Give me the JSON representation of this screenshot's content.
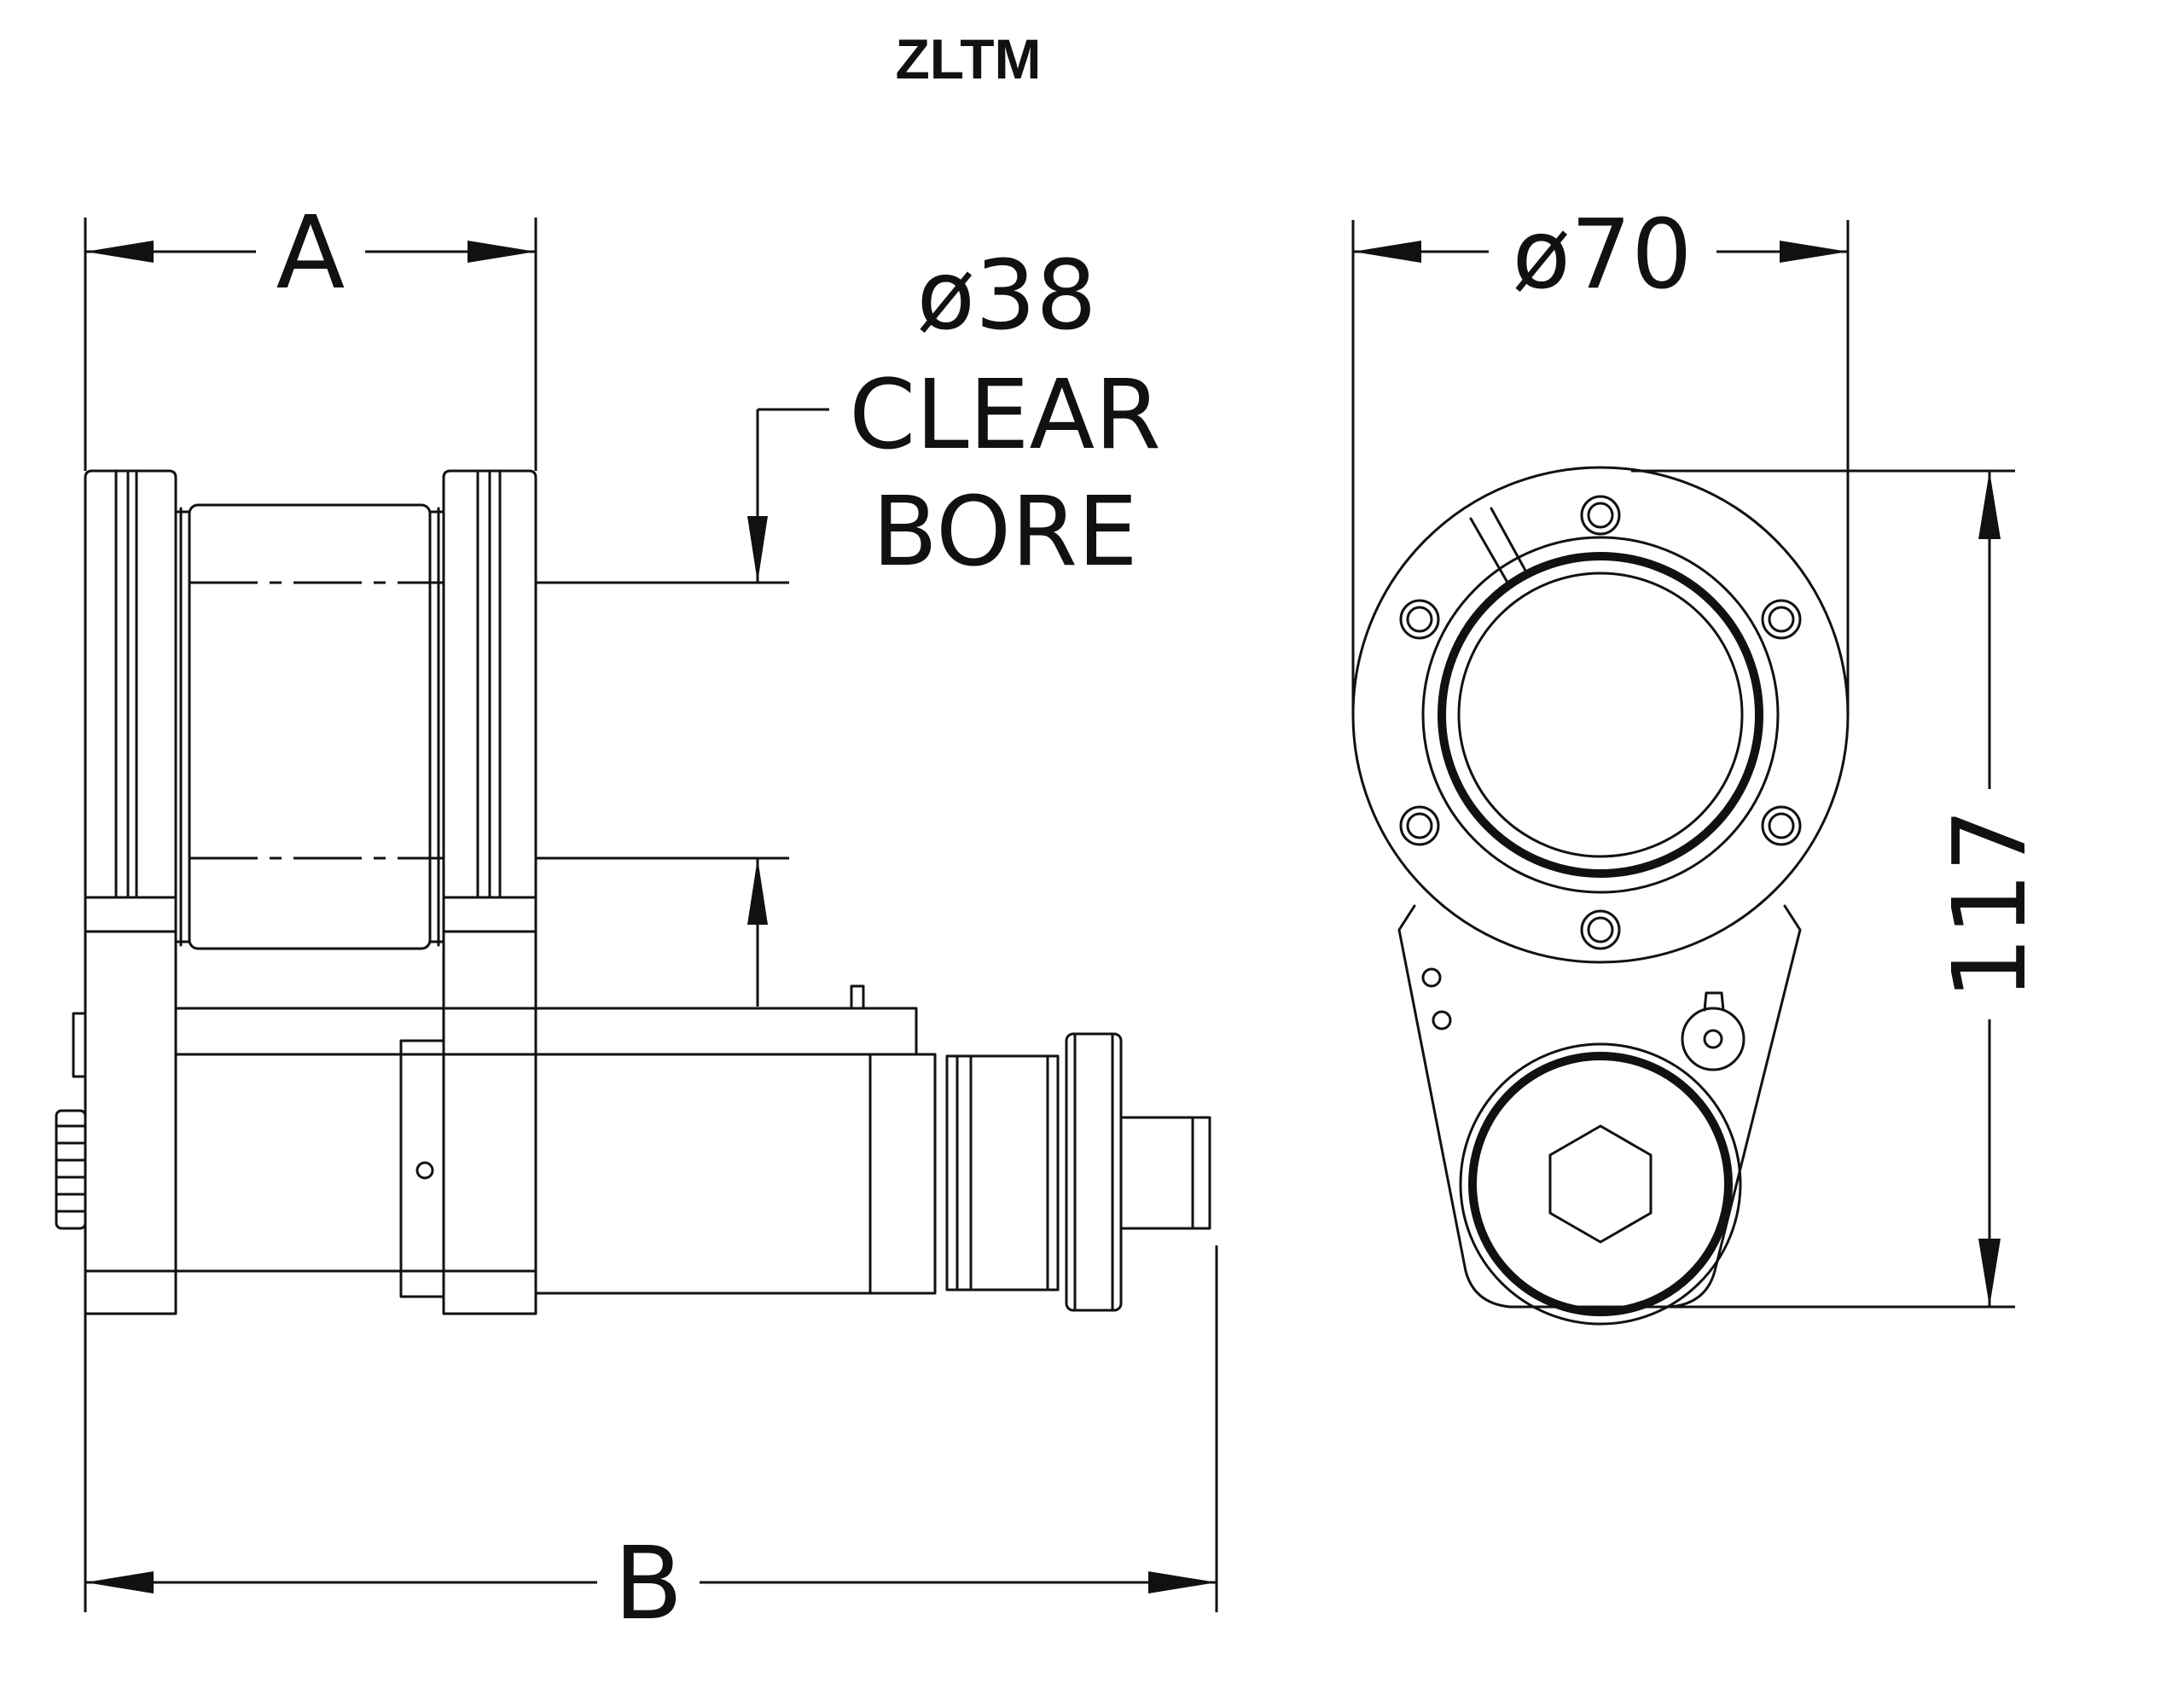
{
  "title": "ZLTM",
  "dimensions": {
    "a": "A",
    "b": "B",
    "bore_diameter": "ø38",
    "bore_note_line1": "CLEAR",
    "bore_note_line2": "BORE",
    "flange_diameter": "ø70",
    "height": "117"
  }
}
